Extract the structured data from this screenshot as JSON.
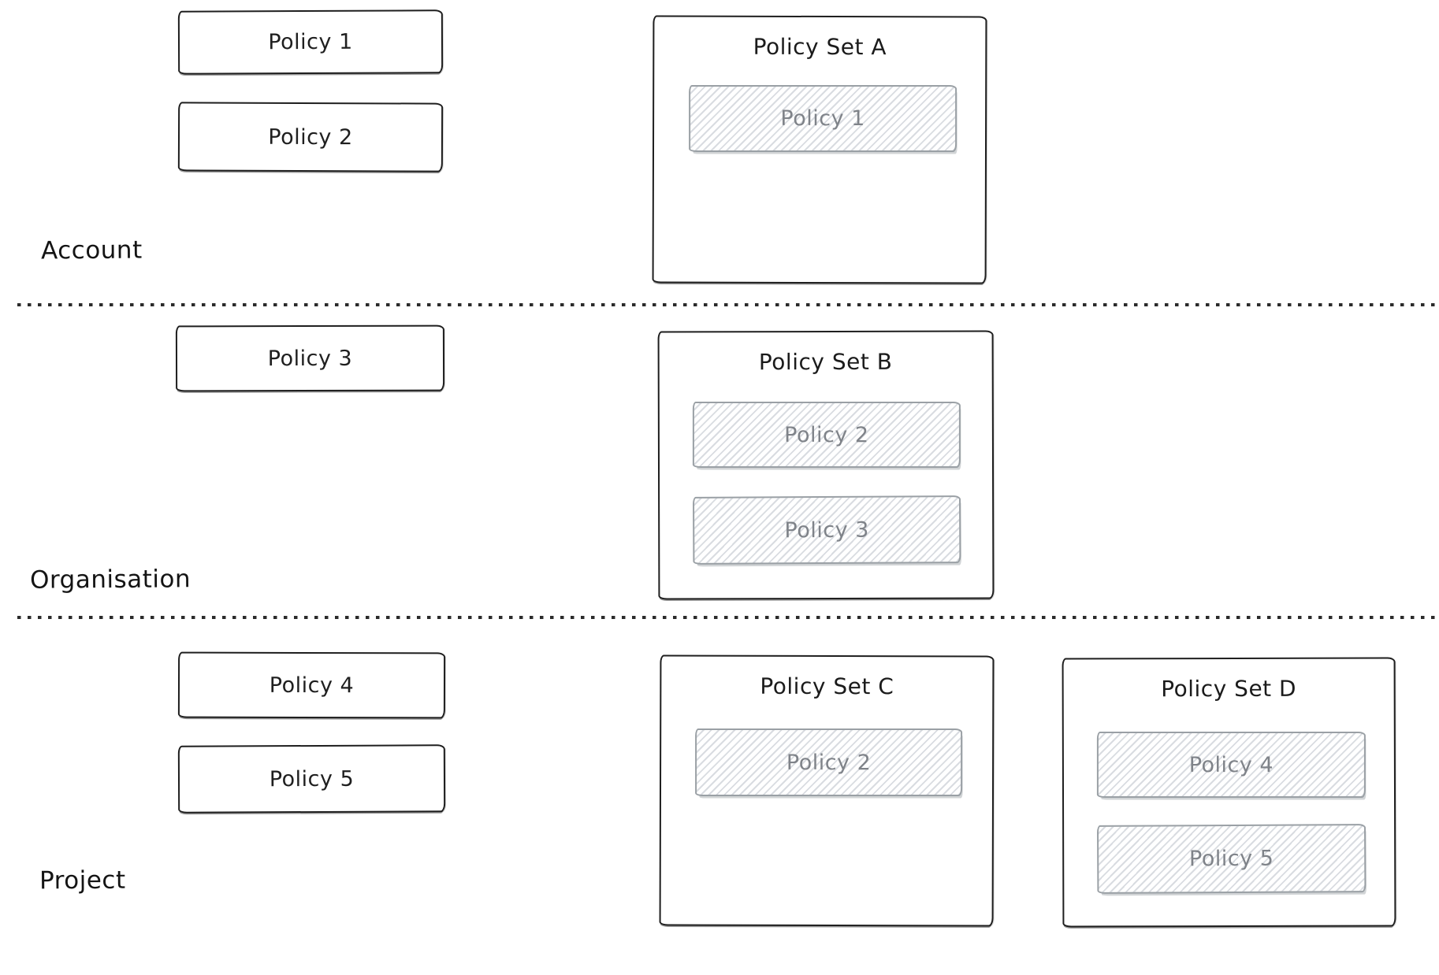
{
  "sections": [
    {
      "label": "Account",
      "standalone_policies": [
        {
          "label": "Policy 1"
        },
        {
          "label": "Policy 2"
        }
      ],
      "policy_sets": [
        {
          "title": "Policy Set A",
          "members": [
            {
              "label": "Policy 1"
            }
          ]
        }
      ]
    },
    {
      "label": "Organisation",
      "standalone_policies": [
        {
          "label": "Policy 3"
        }
      ],
      "policy_sets": [
        {
          "title": "Policy Set B",
          "members": [
            {
              "label": "Policy 2"
            },
            {
              "label": "Policy 3"
            }
          ]
        }
      ]
    },
    {
      "label": "Project",
      "standalone_policies": [
        {
          "label": "Policy 4"
        },
        {
          "label": "Policy 5"
        }
      ],
      "policy_sets": [
        {
          "title": "Policy Set C",
          "members": [
            {
              "label": "Policy 2"
            }
          ]
        },
        {
          "title": "Policy Set D",
          "members": [
            {
              "label": "Policy 4"
            },
            {
              "label": "Policy 5"
            }
          ]
        }
      ]
    }
  ],
  "colors": {
    "stroke": "#1e1e1e",
    "member_stroke": "#9aa0a5",
    "member_text": "#7f8389",
    "hatch_line": "#d9dce1",
    "background": "#ffffff"
  }
}
